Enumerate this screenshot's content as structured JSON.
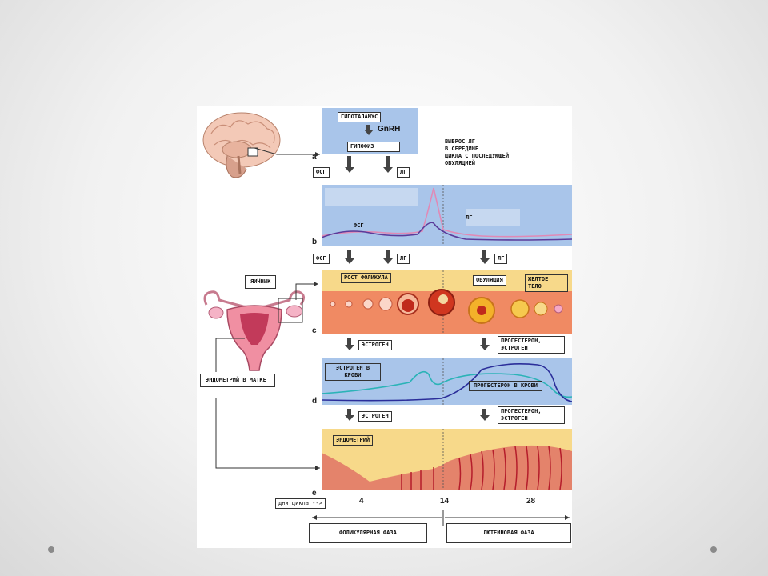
{
  "labels": {
    "hypothalamus": "ГИПОТАЛАМУС",
    "gnrh": "GnRH",
    "pituitary": "ГИПОФИЗ",
    "lh_surge_note": [
      "ВЫБРОС ЛГ",
      "В СЕРЕДИНЕ",
      "ЦИКЛА С ПОСЛЕДУЮЩЕЙ",
      "ОВУЛЯЦИЕЙ"
    ],
    "fsh": "ФСГ",
    "lh": "ЛГ",
    "ovary": "ЯИЧНИК",
    "follicle_growth": "РОСТ ФОЛИКУЛА",
    "ovulation": "ОВУЛЯЦИЯ",
    "corpus_luteum": "ЖЕЛТОЕ ТЕЛО",
    "estrogen": "ЭСТРОГЕН",
    "progesterone_estrogen": "ПРОГЕСТЕРОН, ЭСТРОГЕН",
    "estrogen_in_blood": "ЭСТРОГЕН В КРОВИ",
    "progesterone_in_blood": "ПРОГЕСТЕРОН В КРОВИ",
    "endometrium_in_uterus": "ЭНДОМЕТРИЙ В МАТКЕ",
    "endometrium": "ЭНДОМЕТРИЙ",
    "cycle_days": "дни цикла -->",
    "follicular_phase": "ФОЛИКУЛЯРНАЯ ФАЗА",
    "luteal_phase": "ЛЮТЕИНОВАЯ ФАЗА"
  },
  "panel_letters": [
    "a",
    "b",
    "c",
    "d",
    "e"
  ],
  "day_ticks": [
    "4",
    "14",
    "28"
  ],
  "colors": {
    "panel_blue": "#a9c5ea",
    "panel_yellow": "#f7d98a",
    "ovary_tissue": "#f08a63",
    "uterus_tissue": "#e4836b",
    "curve_fsh": "#5a3b9a",
    "curve_lh": "#e08ab6",
    "curve_estrogen": "#2bb3b7",
    "curve_progesterone": "#2b2e9a"
  }
}
